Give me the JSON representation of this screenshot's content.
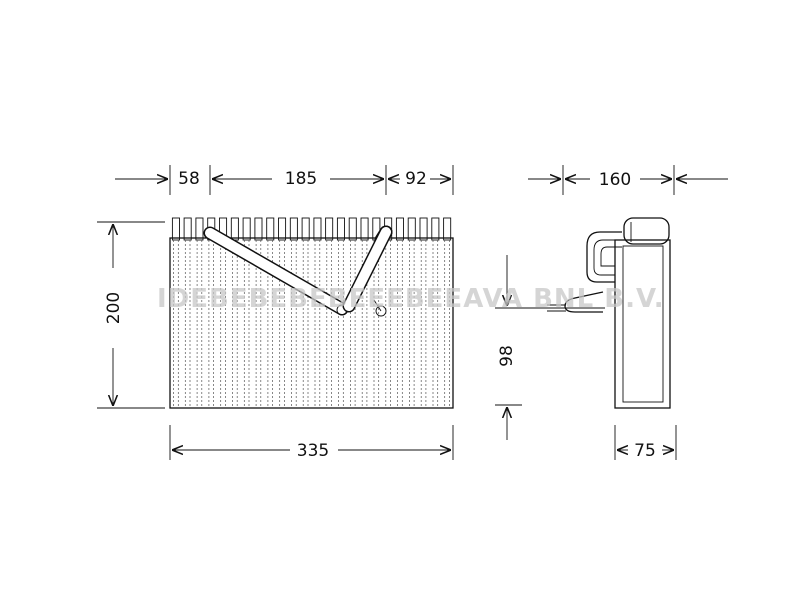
{
  "watermark": "IDEBEBEBEBEEEBEEAVA BNL B.V.",
  "front_view": {
    "dims": {
      "left_segment": "58",
      "middle_segment": "185",
      "right_segment": "92",
      "height": "200",
      "width": "335"
    }
  },
  "side_view": {
    "dims": {
      "top_width": "160",
      "pipe_offset": "98",
      "bottom_width": "75"
    }
  }
}
